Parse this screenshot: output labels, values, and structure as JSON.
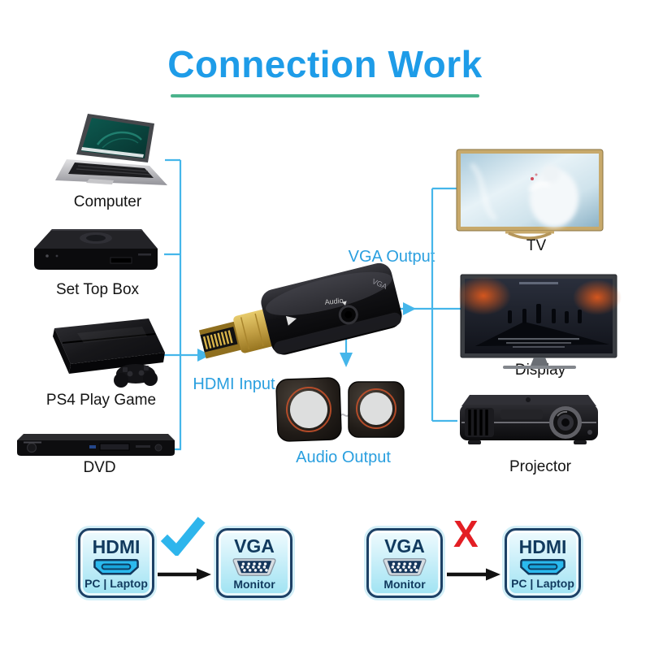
{
  "title": {
    "text": "Connection Work"
  },
  "theme": {
    "title_color": "#1e9ce8",
    "underline_color": "#4bb38c",
    "wire_color": "#45b6ea",
    "connection_label_color": "#2a9fdf",
    "device_label_color": "#141414",
    "badge_border_color": "#1d4166",
    "badge_text_color": "#113a5e",
    "badge_fill_color": "#b8eaf6",
    "check_color": "#2eb5ec",
    "cross_color": "#e31e24",
    "arrow_color": "#111111",
    "hdmi_port_color": "#2bbaee",
    "vga_port_color": "#16375c"
  },
  "sources": [
    {
      "label": "Computer"
    },
    {
      "label": "Set Top Box"
    },
    {
      "label": "PS4 Play Game"
    },
    {
      "label": "DVD"
    }
  ],
  "adapter": {
    "vga_output_label": "VGA Output",
    "hdmi_input_label": "HDMI Input",
    "audio_output_label": "Audio Output",
    "emboss_vga": "VGA",
    "emboss_audio": "Audio"
  },
  "outputs": [
    {
      "label": "TV"
    },
    {
      "label": "Display"
    },
    {
      "label": "Projector"
    }
  ],
  "compatibility": {
    "works": {
      "from": {
        "title": "HDMI",
        "subtitle": "PC | Laptop",
        "icon": "hdmi-port-icon"
      },
      "to": {
        "title": "VGA",
        "subtitle": "Monitor",
        "icon": "vga-port-icon"
      },
      "status_icon": "check-icon"
    },
    "fails": {
      "from": {
        "title": "VGA",
        "subtitle": "Monitor",
        "icon": "vga-port-icon"
      },
      "to": {
        "title": "HDMI",
        "subtitle": "PC | Laptop",
        "icon": "hdmi-port-icon"
      },
      "status_mark": "X"
    }
  }
}
